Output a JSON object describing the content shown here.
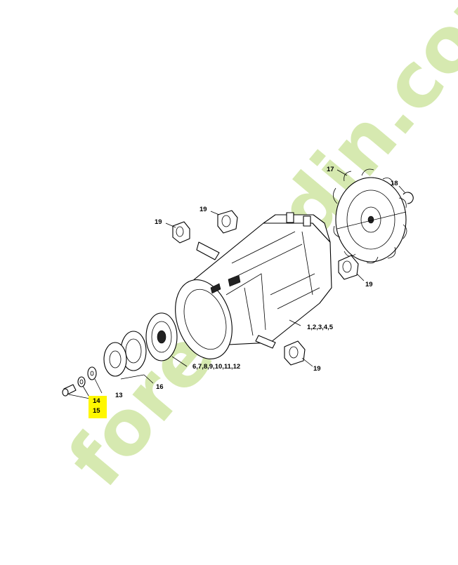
{
  "watermark": "foretjardin.com",
  "callouts": {
    "housing": "1,2,3,4,5",
    "bearing_plate": "6,7,8,9,10,11,12",
    "washer": "13",
    "spacer": "14",
    "screw": "15",
    "bearing_set": "16",
    "fan": "17",
    "circlip": "18",
    "damper_top_left": "19",
    "damper_top": "19",
    "damper_right": "19",
    "damper_bottom": "19"
  },
  "highlight": {
    "part": "15",
    "color": "#fff700"
  }
}
